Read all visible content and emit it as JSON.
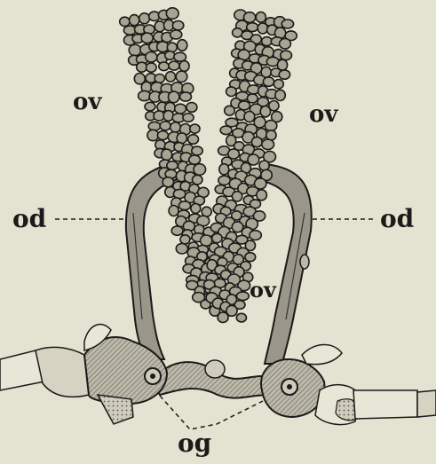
{
  "labels": {
    "ovary_left": "ov",
    "ovary_right": "ov",
    "ovary_middle": "ov",
    "oviduct_left": "od",
    "oviduct_right": "od",
    "opening": "og"
  },
  "colors": {
    "background": "#e4e2d0",
    "ink": "#1a1a1a",
    "egg_fill": "#a8a492",
    "duct_fill": "#9a978a"
  }
}
